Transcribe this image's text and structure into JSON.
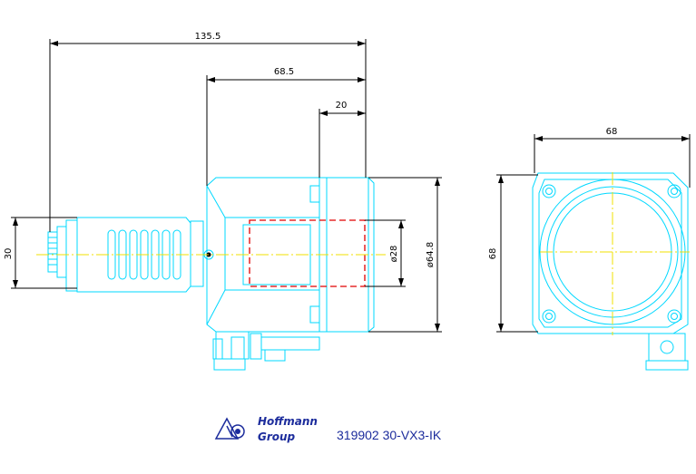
{
  "dimensions": {
    "overall_length": "135.5",
    "body_length": "68.5",
    "flange_length": "20",
    "shank_height": "30",
    "bore_diameter": "ø28",
    "flange_diameter": "ø64.8",
    "end_width": "68",
    "end_height": "68"
  },
  "logo": {
    "line1": "Hoffmann",
    "line2": "Group"
  },
  "part_number": "319902 30-VX3-IK",
  "colors": {
    "outline": "#00d8ff",
    "centerline": "#f0e000",
    "hidden": "#e00000",
    "dimension": "#000000",
    "branding": "#1c2c9c"
  }
}
